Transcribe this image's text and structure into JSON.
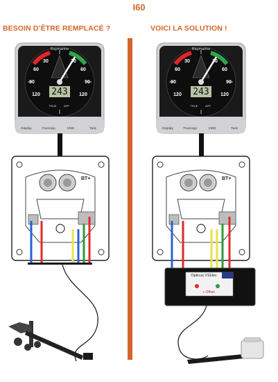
{
  "title": "I60",
  "left": {
    "heading": "BESOIN D’ÊTRE REMPLACÉ ?"
  },
  "right": {
    "heading": "VOICI LA SOLUTION !"
  },
  "instrument": {
    "brand": "Raymarine",
    "digital_value": "243",
    "scale_labels": [
      "30",
      "60",
      "90",
      "120",
      "30",
      "60",
      "90",
      "120"
    ],
    "mode_labels": [
      "TRUE",
      "APP"
    ],
    "buttons": [
      "Display",
      "True/App",
      "VMG",
      "Tack"
    ],
    "bezel_color": "#cfd1d4",
    "face_color": "#151515",
    "red_sector": "#e0262a",
    "green_sector": "#2ea64a"
  },
  "backplate": {
    "logo": "BT+"
  },
  "converter": {
    "name": "Opticus V1Elec",
    "offset_label": "+ Offset",
    "led_red": "#e22b2b",
    "led_green": "#2e9b3e"
  },
  "wires": [
    "#2a5fd6",
    "#e8e24a",
    "#e02a2a",
    "#2f9a3a"
  ]
}
